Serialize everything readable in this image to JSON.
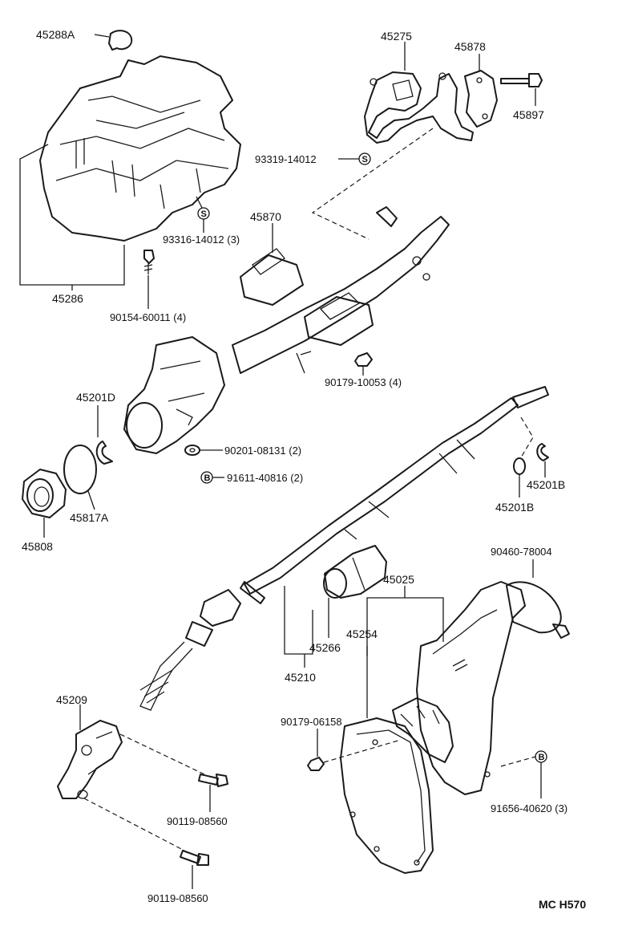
{
  "labels": {
    "p45288A": "45288A",
    "p45275": "45275",
    "p45878": "45878",
    "p45897": "45897",
    "p93319": "93319-14012",
    "p45870": "45870",
    "p93316": "93316-14012 (3)",
    "p45286": "45286",
    "p90154": "90154-60011 (4)",
    "p90179a": "90179-10053 (4)",
    "p45201D": "45201D",
    "p90201": "90201-08131 (2)",
    "p91611": "91611-40816 (2)",
    "p45201B_a": "45201B",
    "p45201B_b": "45201B",
    "p45817A": "45817A",
    "p45808": "45808",
    "p90460": "90460-78004",
    "p45025": "45025",
    "p45254": "45254",
    "p45266": "45266",
    "p45210": "45210",
    "p45209": "45209",
    "p90179b": "90179-06158",
    "p91656": "91656-40620 (3)",
    "p90119a": "90119-08560",
    "p90119b": "90119-08560"
  },
  "symbols": {
    "s": "S",
    "b": "B"
  },
  "diagram_code": "MC H570"
}
